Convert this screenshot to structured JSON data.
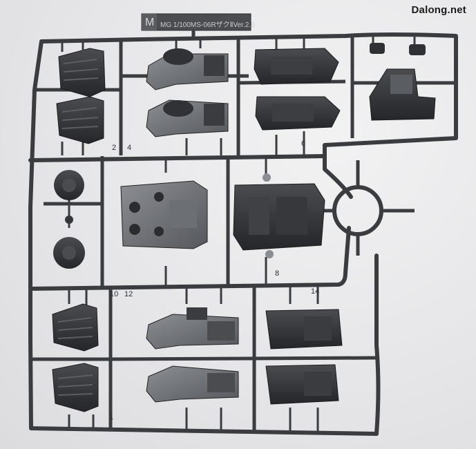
{
  "watermark": "Dalong.net",
  "sprue_header": {
    "letter": "M",
    "text": "MG 1/100MS-06RザクⅡVer.2.0"
  },
  "part_numbers": [
    "2",
    "4",
    "6",
    "8",
    "10",
    "12",
    "14",
    "1"
  ],
  "colors": {
    "background": "#e7e7e9",
    "sprue": "#3a3c40",
    "part_dark": "#2c2e31",
    "part_light": "#6f7276"
  }
}
